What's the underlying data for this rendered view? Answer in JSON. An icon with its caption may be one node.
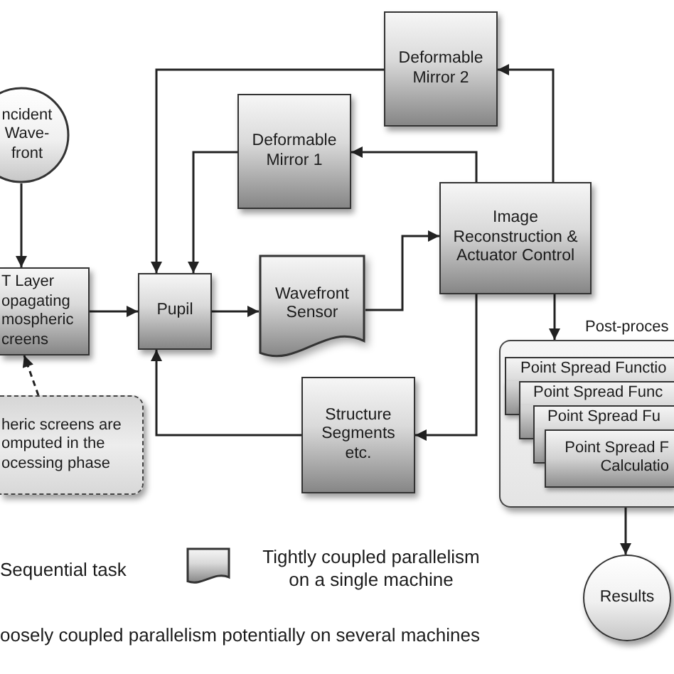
{
  "diagram": {
    "nodes": [
      {
        "text": [
          "ncident Wave- front"
        ]
      },
      {
        "text": [
          "T Layer opagating mospheric creens"
        ]
      },
      {
        "text": [
          "Pupil"
        ]
      },
      {
        "text": [
          "Deformable Mirror 1"
        ]
      },
      {
        "text": [
          "Deformable Mirror 2"
        ]
      },
      {
        "text": [
          "Wavefront Sensor"
        ]
      },
      {
        "text": [
          "Image Reconstruction & Actuator Control"
        ]
      },
      {
        "text": [
          "Structure Segments etc."
        ]
      },
      {
        "text": [
          "heric screens are omputed in the ocessing phase"
        ]
      },
      {
        "text": [
          "Post-proces"
        ]
      },
      {
        "text": [
          "Point Spread Functio"
        ],
        "in": 9
      },
      {
        "text": [
          "Point Spread Func"
        ],
        "in": 9
      },
      {
        "text": [
          "Point Spread Fu"
        ],
        "in": 9
      },
      {
        "text": [
          "Point Spread F Calculatio"
        ],
        "in": 9
      },
      {
        "text": [
          "Results"
        ]
      }
    ],
    "edges": [
      {
        "from": 0,
        "to": 1,
        "arrow": "to"
      },
      {
        "from": 1,
        "to": 2,
        "arrow": "to"
      },
      {
        "from": 2,
        "to": 5,
        "arrow": "to"
      },
      {
        "from": 3,
        "to": 2,
        "arrow": "to"
      },
      {
        "from": 4,
        "to": 2,
        "arrow": "to"
      },
      {
        "from": 5,
        "to": 6,
        "arrow": "to"
      },
      {
        "from": 6,
        "to": 3,
        "arrow": "to"
      },
      {
        "from": 6,
        "to": 4,
        "arrow": "to"
      },
      {
        "from": 6,
        "to": 7,
        "arrow": "to"
      },
      {
        "from": 6,
        "to": 9,
        "arrow": "to"
      },
      {
        "from": 7,
        "to": 2,
        "arrow": "to"
      },
      {
        "from": 8,
        "to": 1,
        "arrow": "to",
        "style": "dashed"
      },
      {
        "from": 9,
        "to": 14,
        "arrow": "to"
      }
    ],
    "legend": [
      {
        "text": "Sequential task"
      },
      {
        "text": "Tightly coupled parallelism on a single machine"
      },
      {
        "text": "oosely coupled parallelism potentially on several machines"
      }
    ]
  }
}
